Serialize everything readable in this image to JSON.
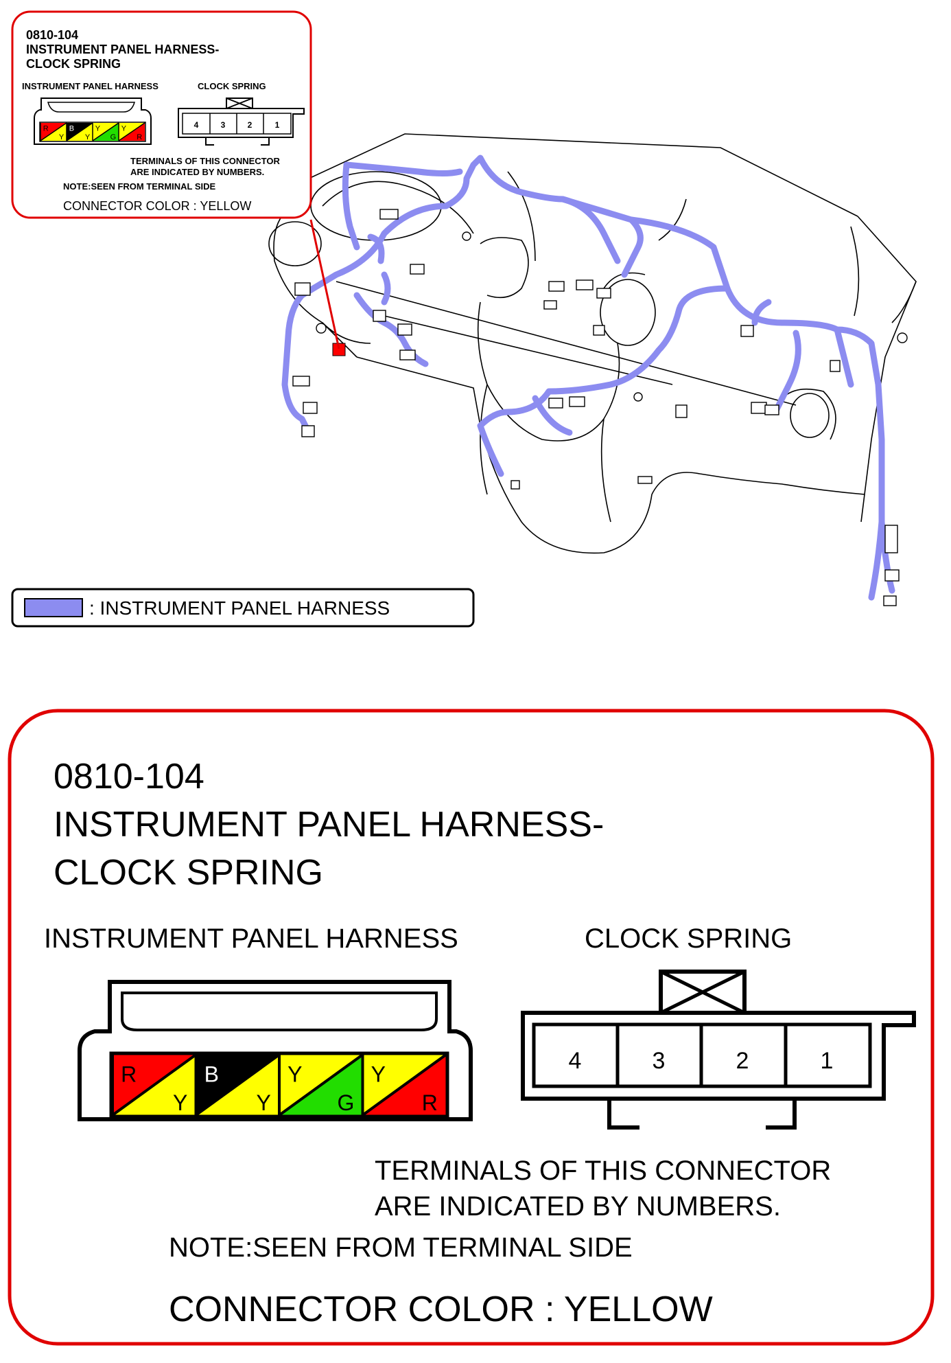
{
  "connector": {
    "code": "0810-104",
    "title_line1": "INSTRUMENT PANEL HARNESS-",
    "title_line2": "CLOCK SPRING",
    "left_label": "INSTRUMENT PANEL HARNESS",
    "right_label": "CLOCK SPRING",
    "terminal_note_line1": "TERMINALS OF THIS CONNECTOR",
    "terminal_note_line2": "ARE INDICATED BY NUMBERS.",
    "view_note": "NOTE:SEEN FROM TERMINAL SIDE",
    "color_note": "CONNECTOR COLOR : YELLOW"
  },
  "harness_pins": [
    {
      "top": "R",
      "bottom": "Y",
      "top_color": "#ff0000",
      "bottom_color": "#ffff00"
    },
    {
      "top": "B",
      "bottom": "Y",
      "top_color": "#000000",
      "bottom_color": "#ffff00"
    },
    {
      "top": "Y",
      "bottom": "G",
      "top_color": "#ffff00",
      "bottom_color": "#22dd00"
    },
    {
      "top": "Y",
      "bottom": "R",
      "top_color": "#ffff00",
      "bottom_color": "#ff0000"
    }
  ],
  "clock_spring_terminals": [
    "4",
    "3",
    "2",
    "1"
  ],
  "legend": {
    "label": ": INSTRUMENT PANEL HARNESS",
    "color": "#8c8cf0"
  },
  "colors": {
    "callout_border": "#e00000",
    "harness": "#8c8cf0",
    "connector_marker": "#ff0000"
  }
}
